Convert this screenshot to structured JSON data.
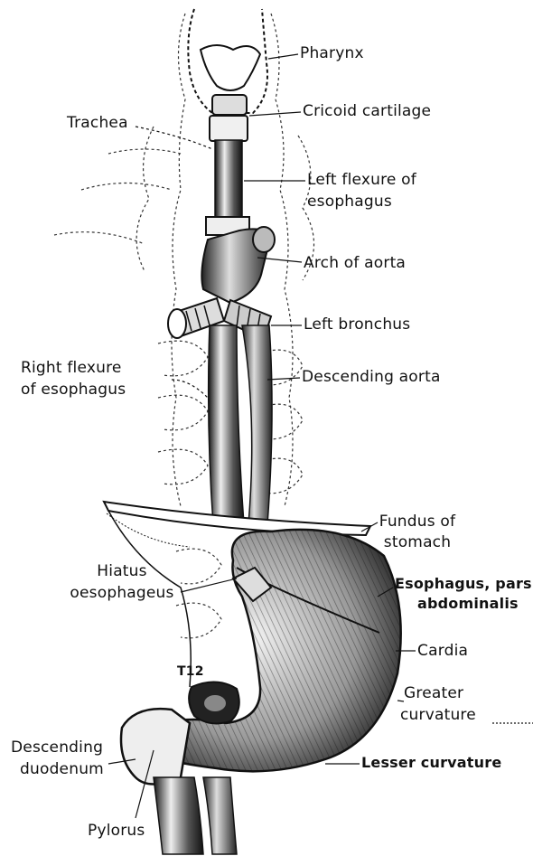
{
  "labels": {
    "pharynx": "Pharynx",
    "cricoid_cartilage": "Cricoid cartilage",
    "trachea": "Trachea",
    "left_flexure_line1": "Left flexure of",
    "left_flexure_line2": "esophagus",
    "arch_of_aorta": "Arch of aorta",
    "left_bronchus": "Left bronchus",
    "right_flexure_line1": "Right flexure",
    "right_flexure_line2": "of esophagus",
    "descending_aorta": "Descending aorta",
    "fundus_line1": "Fundus of",
    "fundus_line2": "stomach",
    "hiatus_line1": "Hiatus",
    "hiatus_line2": "oesophageus",
    "esophagus_abd_line1": "Esophagus, pars",
    "esophagus_abd_line2": "abdominalis",
    "cardia": "Cardia",
    "t12": "T12",
    "greater_curvature_line1": "Greater",
    "greater_curvature_line2": "curvature",
    "descending_duodenum_line1": "Descending",
    "descending_duodenum_line2": "duodenum",
    "lesser_curvature": "Lesser curvature",
    "pylorus": "Pylorus"
  }
}
